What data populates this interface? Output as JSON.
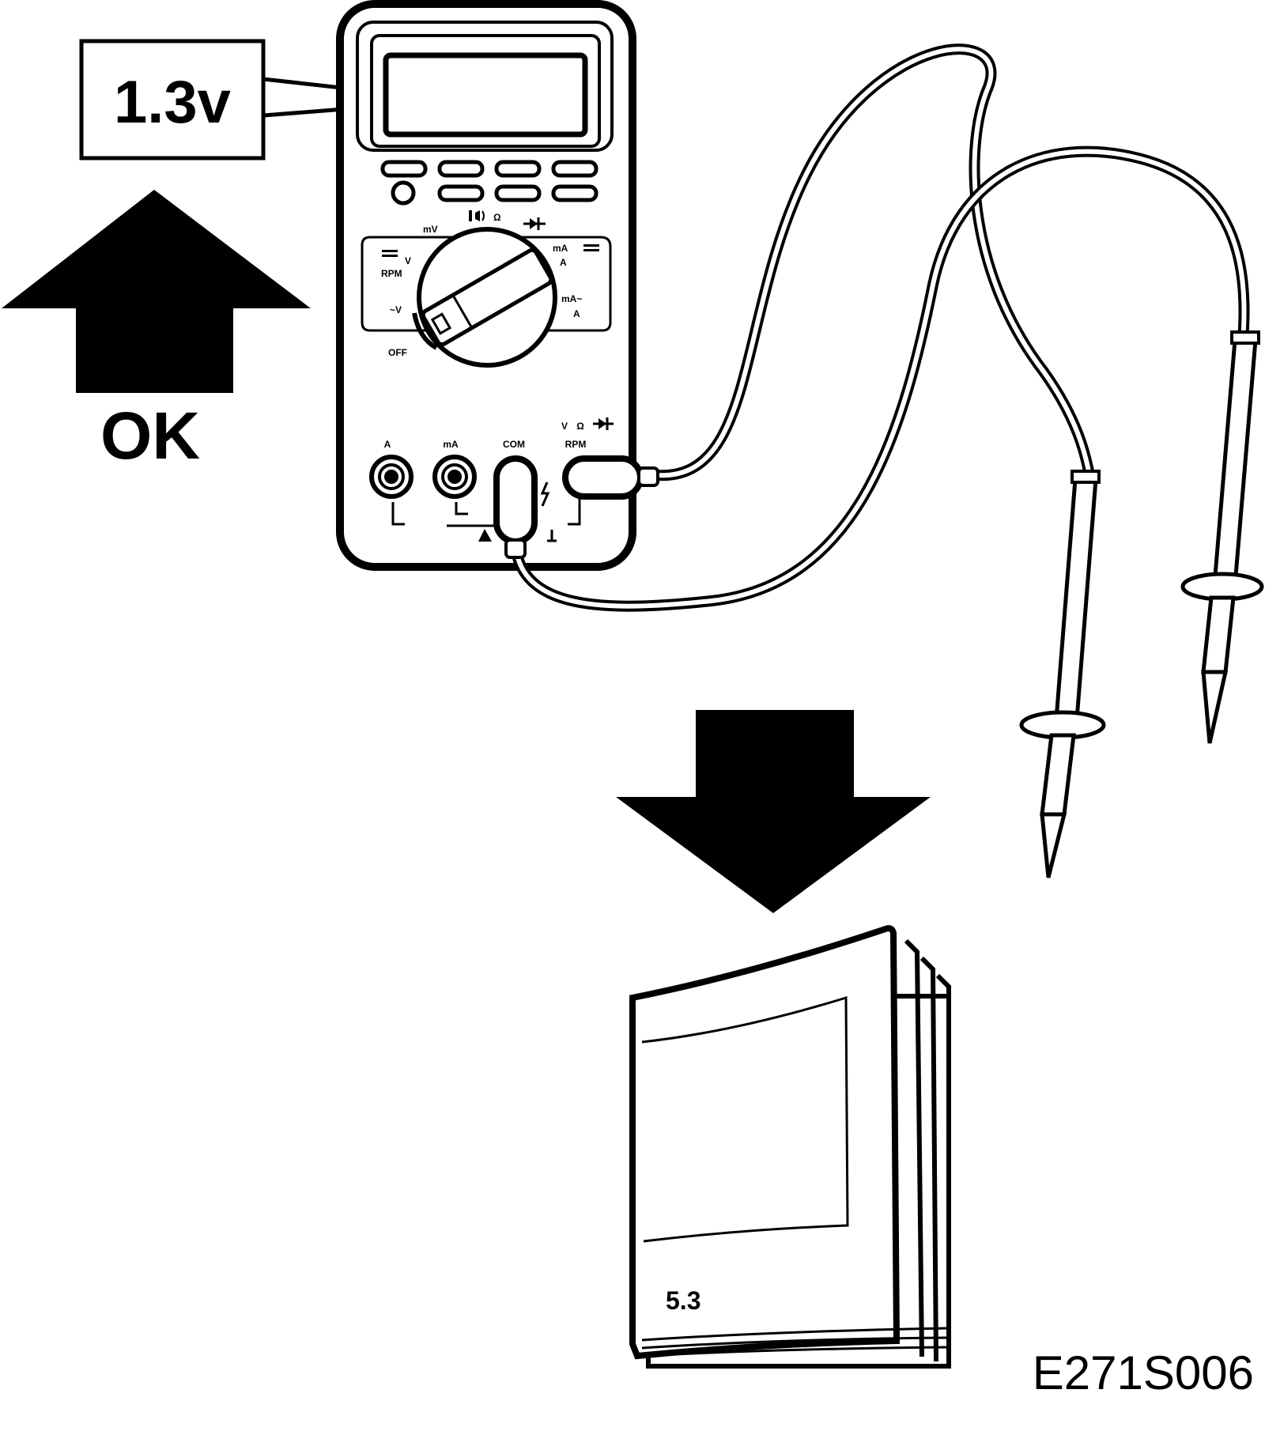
{
  "readout": {
    "value": "1.3v"
  },
  "ok_label": "OK",
  "meter": {
    "dial": {
      "mv": "mV",
      "ohm": "Ω",
      "dc_v": "V",
      "rpm": "RPM",
      "ma_dc": "mA",
      "a_dc": "A",
      "ac_v": "~V",
      "off": "OFF",
      "ma_ac": "mA~",
      "a_ac": "A"
    },
    "sockets": {
      "a": "A",
      "ma": "mA",
      "com": "COM",
      "v": "V",
      "ohm": "Ω",
      "rpm": "RPM"
    }
  },
  "booklet": {
    "label": "5.3"
  },
  "figure_code": "E271S006",
  "colors": {
    "ink": "#000000",
    "paper": "#ffffff"
  }
}
